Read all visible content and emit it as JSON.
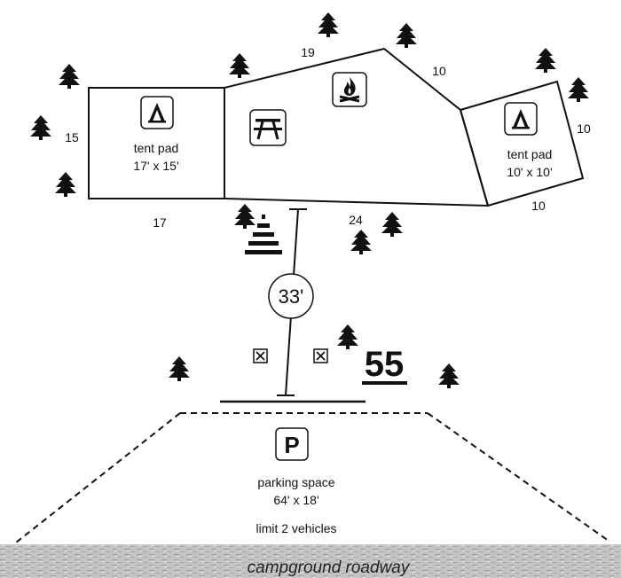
{
  "site": {
    "number": "55"
  },
  "dimensions": {
    "left_pad_top": "",
    "left_pad_side": "15",
    "left_pad_bottom": "17",
    "main_top": "19",
    "main_diag": "10",
    "main_bottom": "24",
    "right_pad_side": "10",
    "right_pad_bottom": "10"
  },
  "tent_pad_left": {
    "label": "tent pad",
    "size": "17' x 15'"
  },
  "tent_pad_right": {
    "label": "tent pad",
    "size": "10' x 10'"
  },
  "driveway": {
    "distance": "33'"
  },
  "parking": {
    "label": "parking space",
    "size": "64' x 18'",
    "limit": "limit 2 vehicles"
  },
  "roadway": {
    "label": "campground roadway"
  },
  "icons": [
    "tent-icon",
    "picnic-table-icon",
    "campfire-icon",
    "parking-icon",
    "tree-icon",
    "electric-box-icon",
    "cone-icon"
  ],
  "colors": {
    "line": "#111111",
    "road": "#bdbdbd",
    "icon_bg": "#ffffff"
  }
}
